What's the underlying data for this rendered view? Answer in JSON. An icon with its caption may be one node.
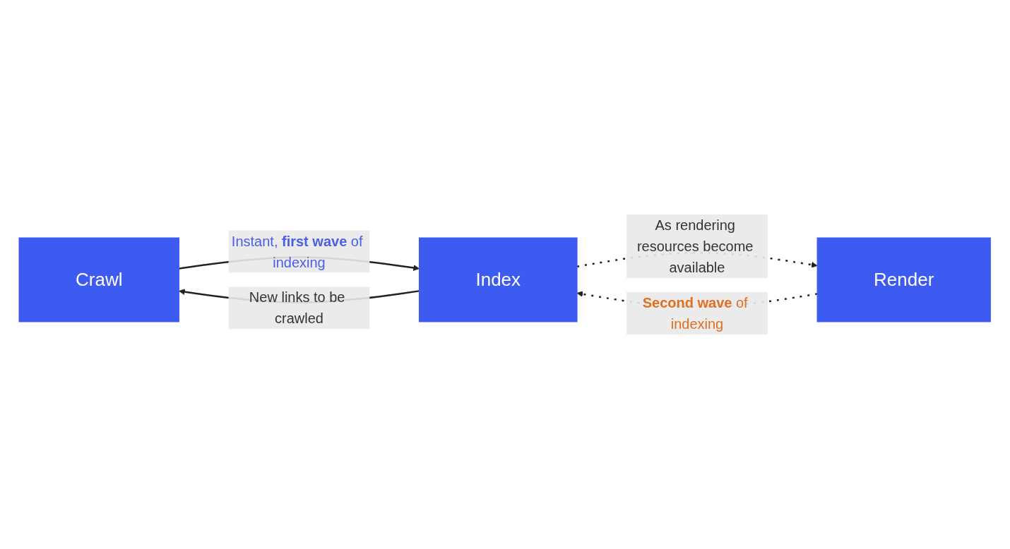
{
  "diagram": {
    "nodes": [
      {
        "text": [
          "Crawl"
        ]
      },
      {
        "text": [
          "Index"
        ]
      },
      {
        "text": [
          "Render"
        ]
      }
    ],
    "edges": [
      {
        "from": 0,
        "to": 1,
        "arrow": "to",
        "label": "Instant, **first wave** of indexing"
      },
      {
        "from": 1,
        "to": 0,
        "arrow": "to",
        "label": "New links to be crawled"
      },
      {
        "from": 1,
        "to": 2,
        "arrow": "to",
        "style": "dashed",
        "label": "As rendering resources become available"
      },
      {
        "from": 2,
        "to": 1,
        "arrow": "to",
        "style": "dashed",
        "label": "**Second wave** of indexing"
      }
    ]
  }
}
